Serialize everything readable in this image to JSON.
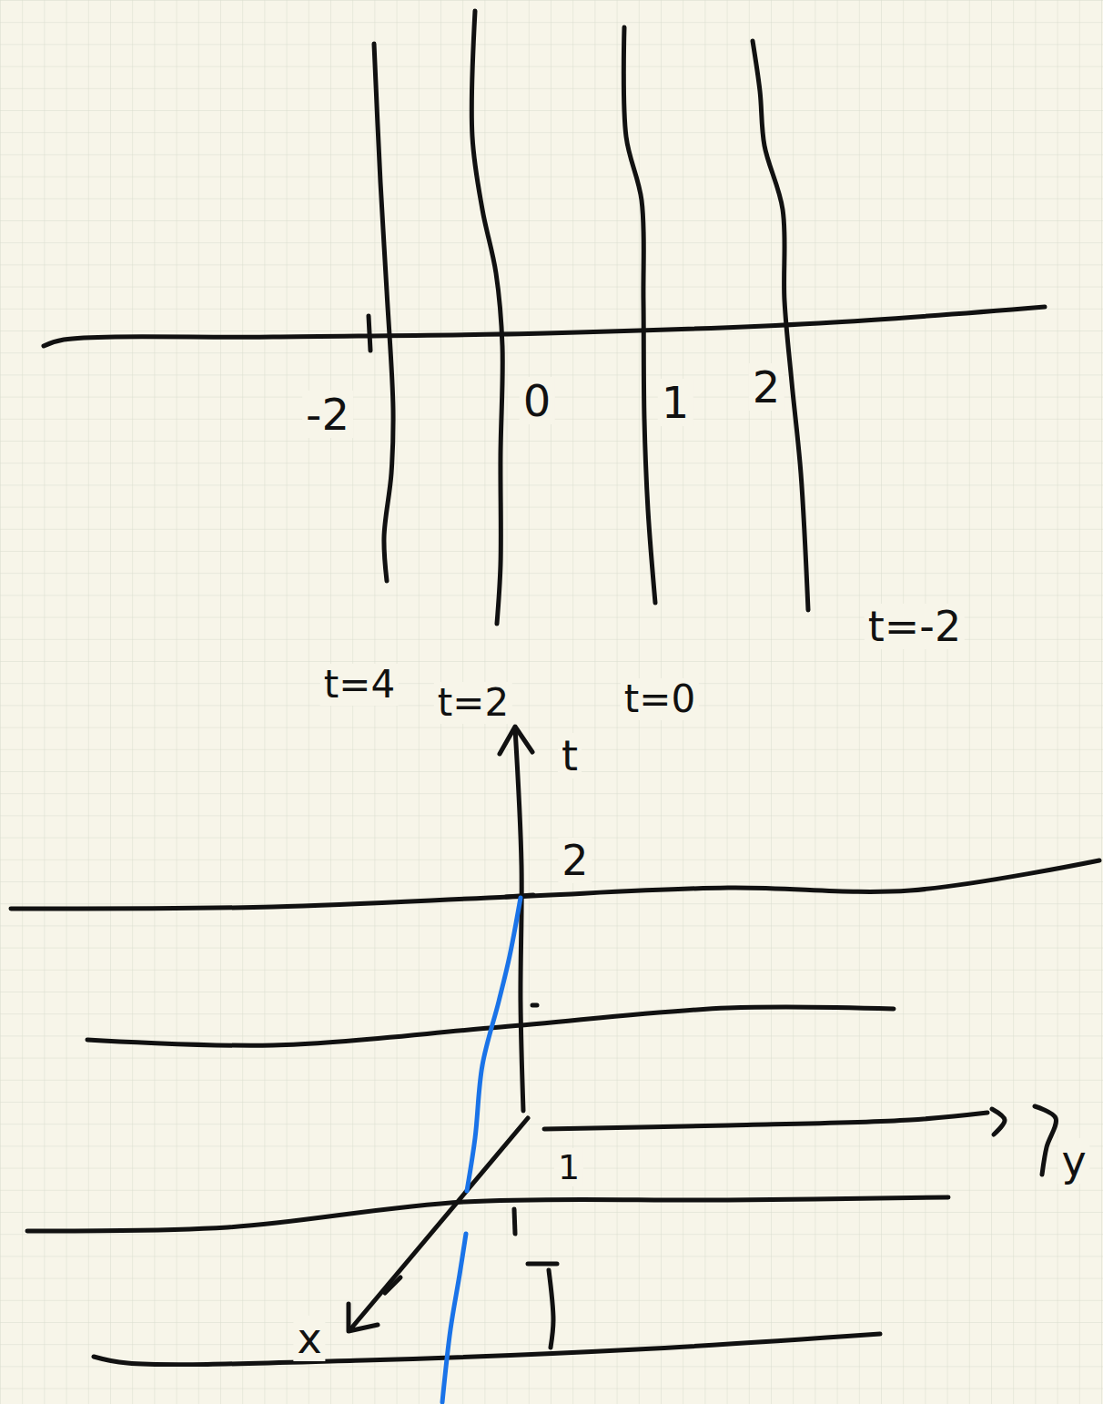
{
  "diagram": {
    "labels": [
      "-2",
      "0",
      "1",
      "2",
      "t=-2",
      "t=4",
      "t=2",
      "t=0",
      "t",
      "2",
      "y",
      "x",
      "1"
    ]
  }
}
